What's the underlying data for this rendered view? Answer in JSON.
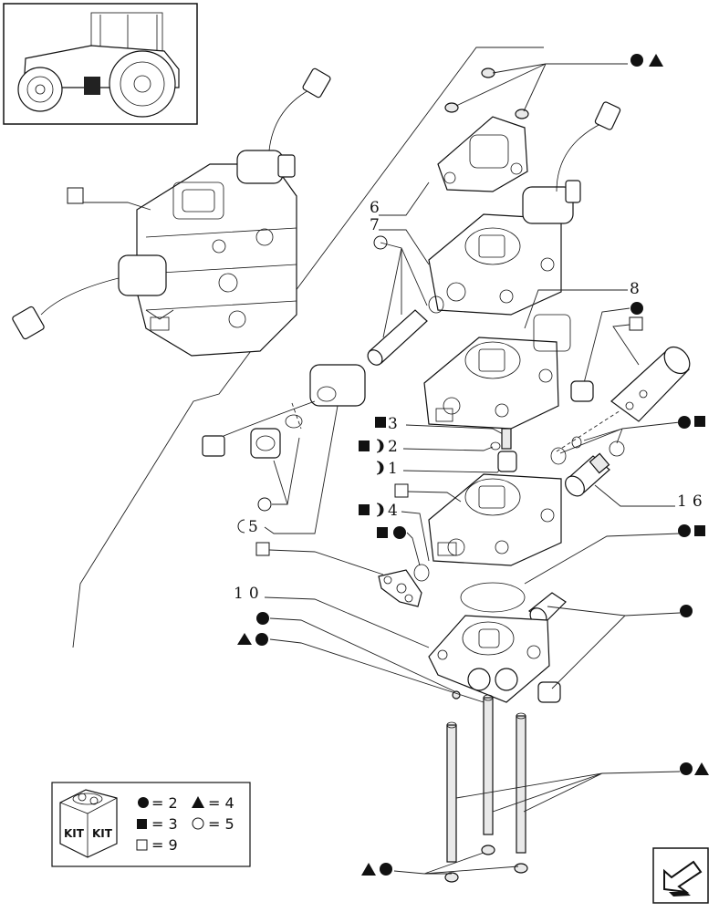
{
  "labels": {
    "six": "6",
    "seven": "7",
    "eight": "8",
    "one": "1",
    "two": "2",
    "three": "3",
    "four": "4",
    "five": "5",
    "ten": "10",
    "sixteen": "16"
  },
  "kit": {
    "kit_word_left": "KIT",
    "kit_word_right": "KIT",
    "circle_count": "= 2",
    "triangle_count": "= 4",
    "square_count": "= 3",
    "half_circle_count": "= 5",
    "open_square_count": "= 9"
  },
  "colors": {
    "line": "#111111",
    "background": "#ffffff"
  },
  "icons": {
    "thumbnail": "tractor-icon",
    "kit_box": "kit-box-icon",
    "nav": "previous-page-arrow-icon"
  }
}
